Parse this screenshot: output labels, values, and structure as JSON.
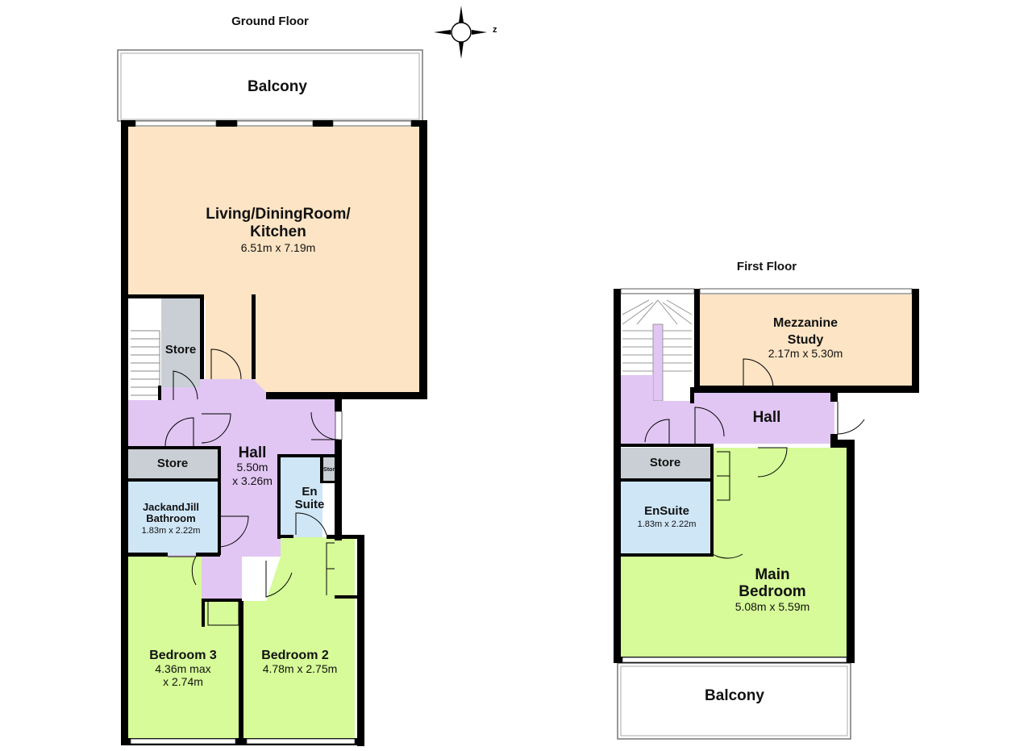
{
  "colors": {
    "living": "#fce4c4",
    "hall": "#e1c6f3",
    "store": "#c9cfd4",
    "bathroom": "#cfe6f6",
    "bedroom": "#d6fb98",
    "wall": "#000000",
    "balcony": "#ffffff"
  },
  "compass": {
    "label": "z",
    "icon": "compass-rose-icon"
  },
  "ground_floor": {
    "title": "Ground Floor",
    "balcony": {
      "name": "Balcony"
    },
    "living": {
      "name_line1": "Living/DiningRoom/",
      "name_line2": "Kitchen",
      "dims": "6.51m x 7.19m"
    },
    "store_stairs": {
      "name": "Store"
    },
    "hall": {
      "name": "Hall",
      "dims_line1": "5.50m",
      "dims_line2": "x 3.26m"
    },
    "store": {
      "name": "Store"
    },
    "small_store": {
      "name": "Store"
    },
    "ensuite": {
      "name_line1": "En",
      "name_line2": "Suite"
    },
    "bathroom": {
      "name_line1": "JackandJill",
      "name_line2": "Bathroom",
      "dims": "1.83m x 2.22m"
    },
    "bedroom3": {
      "name": "Bedroom 3",
      "dims_line1": "4.36m max",
      "dims_line2": "x 2.74m"
    },
    "bedroom2": {
      "name": "Bedroom 2",
      "dims": "4.78m x 2.75m"
    }
  },
  "first_floor": {
    "title": "First Floor",
    "study": {
      "name_line1": "Mezzanine",
      "name_line2": "Study",
      "dims": "2.17m x 5.30m"
    },
    "hall": {
      "name": "Hall"
    },
    "store": {
      "name": "Store"
    },
    "ensuite": {
      "name": "EnSuite",
      "dims": "1.83m x 2.22m"
    },
    "main_bedroom": {
      "name_line1": "Main",
      "name_line2": "Bedroom",
      "dims": "5.08m x 5.59m"
    },
    "balcony": {
      "name": "Balcony"
    }
  }
}
